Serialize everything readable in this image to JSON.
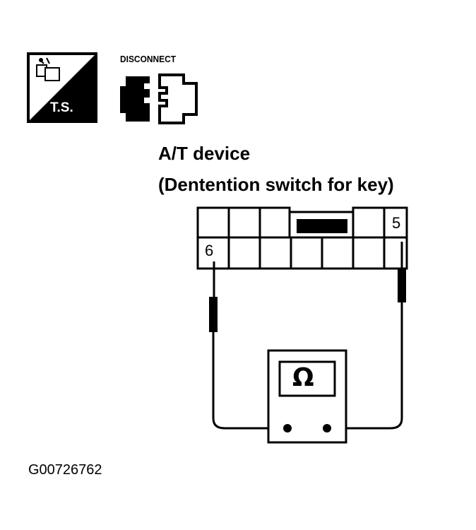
{
  "icons": {
    "ts_label": "T.S.",
    "disconnect_label": "DISCONNECT"
  },
  "title": {
    "line1": "A/T device",
    "line2": "(Dentention switch for key)"
  },
  "connector": {
    "pin_top_right": "5",
    "pin_bottom_left": "6"
  },
  "meter": {
    "symbol": "Ω"
  },
  "figure_id": "G00726762"
}
